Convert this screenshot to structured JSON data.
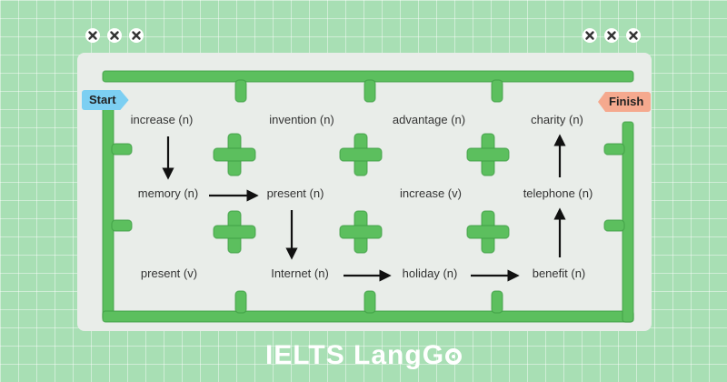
{
  "start_label": "Start",
  "finish_label": "Finish",
  "brand": "IELTS LangG",
  "colors": {
    "wall": "#5cbf5e",
    "wall_edge": "#3e9d45",
    "panel": "#e9ede9",
    "background": "#a8dfb4"
  },
  "grid": [
    [
      "increase (n)",
      "invention (n)",
      "advantage (n)",
      "charity (n)"
    ],
    [
      "memory (n)",
      "present (n)",
      "increase (v)",
      "telephone (n)"
    ],
    [
      "present (v)",
      "Internet (n)",
      "holiday (n)",
      "benefit (n)"
    ]
  ],
  "path": [
    {
      "from": [
        0,
        0
      ],
      "to": [
        1,
        0
      ]
    },
    {
      "from": [
        1,
        0
      ],
      "to": [
        1,
        1
      ]
    },
    {
      "from": [
        1,
        1
      ],
      "to": [
        2,
        1
      ]
    },
    {
      "from": [
        2,
        1
      ],
      "to": [
        2,
        2
      ]
    },
    {
      "from": [
        2,
        2
      ],
      "to": [
        2,
        3
      ]
    },
    {
      "from": [
        2,
        3
      ],
      "to": [
        1,
        3
      ]
    },
    {
      "from": [
        1,
        3
      ],
      "to": [
        0,
        3
      ]
    }
  ]
}
